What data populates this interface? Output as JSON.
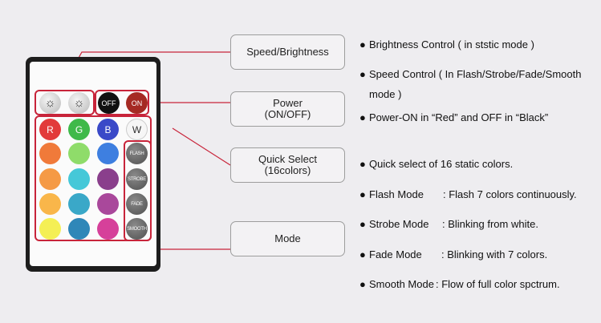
{
  "remote": {
    "top_row": [
      {
        "label": "☼",
        "kind": "sun",
        "icon": "brightness-down-icon"
      },
      {
        "label": "☼",
        "kind": "sun",
        "icon": "brightness-up-icon"
      },
      {
        "label": "OFF",
        "kind": "off",
        "icon": "power-off-button"
      },
      {
        "label": "ON",
        "kind": "on",
        "icon": "power-on-button"
      }
    ],
    "rgbw": [
      {
        "label": "R",
        "color": "#e23b3b"
      },
      {
        "label": "G",
        "color": "#3fb94a"
      },
      {
        "label": "B",
        "color": "#3a49c8"
      },
      {
        "label": "W",
        "color": "#f6f6f6"
      }
    ],
    "color_grid": [
      [
        "#f07a3a",
        "#8fdc6a",
        "#3e7fe0"
      ],
      [
        "#f59a45",
        "#45c8d8",
        "#8a3f8c"
      ],
      [
        "#f9b64a",
        "#3aa8c8",
        "#a9489b"
      ],
      [
        "#f4ef55",
        "#2f87b8",
        "#d6409a"
      ]
    ],
    "mode_buttons": [
      "FLASH",
      "STROBE",
      "FADE",
      "SMOOTH"
    ]
  },
  "callouts": {
    "speed": {
      "line1": "Speed/Brightness",
      "line2": ""
    },
    "power": {
      "line1": "Power",
      "line2": "(ON/OFF)"
    },
    "quick": {
      "line1": "Quick Select",
      "line2": "(16colors)"
    },
    "mode": {
      "line1": "Mode",
      "line2": ""
    }
  },
  "bullets": {
    "dot": "●",
    "brightness": "Brightness Control ( in ststic mode )",
    "speed_line1": "Speed Control ( In Flash/Strobe/Fade/Smooth",
    "speed_line2": "mode )",
    "power": "Power-ON in “Red” and OFF in “Black”",
    "quick": "Quick select of 16 static colors.",
    "flash_name": "Flash Mode",
    "flash_desc": ": Flash 7 colors continuously.",
    "strobe_name": "Strobe Mode",
    "strobe_desc": ": Blinking from white.",
    "fade_name": "Fade Mode",
    "fade_desc": ": Blinking with 7 colors.",
    "smooth_name": "Smooth Mode",
    "smooth_desc": ": Flow of full color spctrum."
  },
  "colors": {
    "highlight": "#c8243a",
    "callout_border": "#9d9d9d"
  }
}
